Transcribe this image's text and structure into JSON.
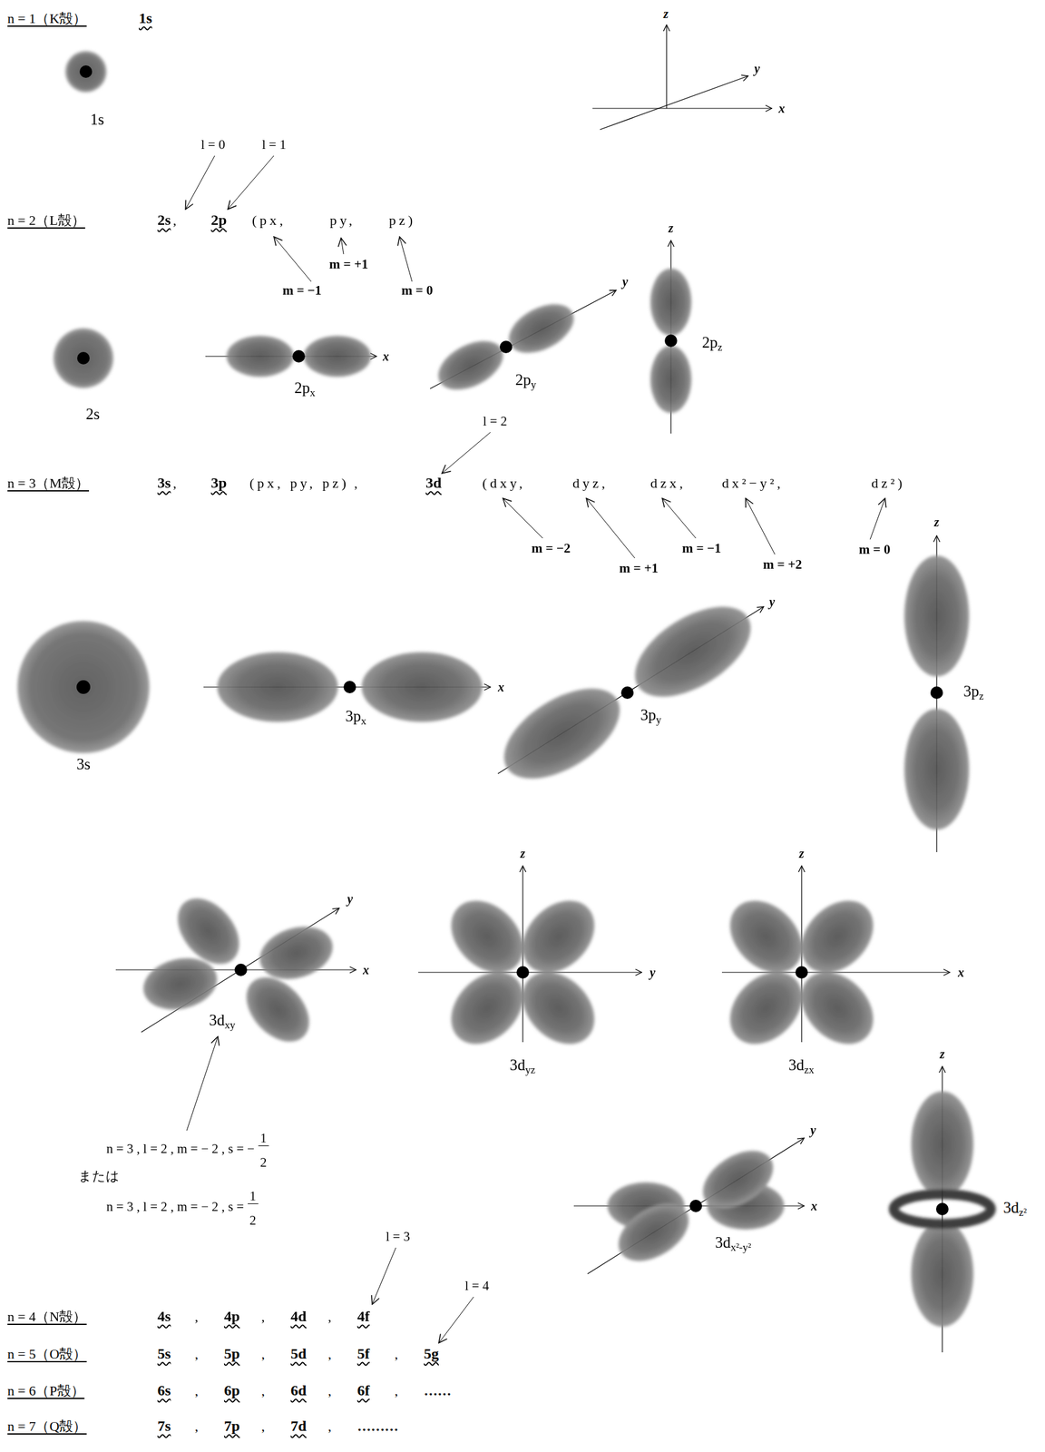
{
  "diagram": {
    "labels": [
      "n = 1（K殻）",
      "1s",
      "1s",
      "z",
      "y",
      "x",
      "l = 0",
      "l = 1",
      "n = 2（L殻）",
      "2s",
      ",",
      "2p",
      "(px,",
      "py,",
      "pz)",
      "m = +1",
      "m = −1",
      "m = 0",
      "2s",
      "x",
      "2px",
      "y",
      "2py",
      "z",
      "2pz",
      "l = 2",
      "n = 3（M殻）",
      "3s",
      ",",
      "3p",
      "(px, py, pz)",
      ",",
      "3d",
      "(dxy,",
      "dyz,",
      "dzx,",
      "dx²−y²,",
      "dz²)",
      "m = −2",
      "m = +1",
      "m = −1",
      "m = +2",
      "m = 0",
      "3s",
      "x",
      "3px",
      "y",
      "3py",
      "z",
      "3pz",
      "y",
      "x",
      "3dxy",
      "z",
      "y",
      "3dyz",
      "z",
      "x",
      "3dzx",
      "n = 3 , l = 2 , m = − 2 , s = −",
      "1",
      "2",
      "または",
      "n = 3 , l = 2 , m = − 2 , s =",
      "1",
      "2",
      "y",
      "x",
      "3dx²-y²",
      "z",
      "3dz²",
      "l = 3",
      "l = 4",
      "n = 4（N殻）",
      "4s",
      ",",
      "4p",
      ",",
      "4d",
      ",",
      "4f",
      "n = 5（O殻）",
      "5s",
      ",",
      "5p",
      ",",
      "5d",
      ",",
      "5f",
      ",",
      "5g",
      "n = 6（P殻）",
      "6s",
      ",",
      "6p",
      ",",
      "6d",
      ",",
      "6f",
      ",",
      "……",
      "n = 7（Q殻）",
      "7s",
      ",",
      "7p",
      ",",
      "7d",
      ",",
      "………"
    ]
  }
}
